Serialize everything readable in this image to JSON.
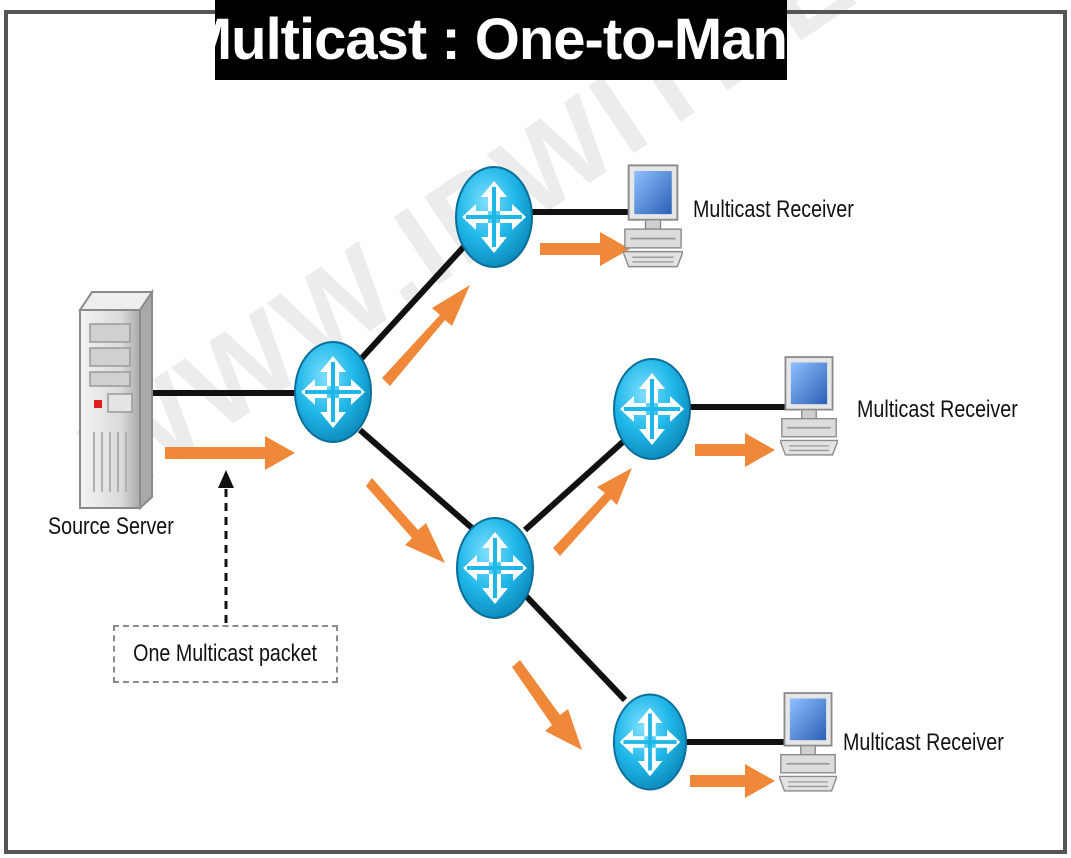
{
  "title": "Multicast : One-to-Many",
  "watermark": "WWW.IPWITHEASE.COM",
  "labels": {
    "source": "Source Server",
    "packet": "One Multicast packet",
    "receiver_1": "Multicast Receiver",
    "receiver_2": "Multicast Receiver",
    "receiver_3": "Multicast Receiver"
  },
  "colors": {
    "frame": "#555555",
    "link": "#111111",
    "arrow": "#f0883a",
    "router_fill": "#1fb7e8",
    "router_dark": "#0b86b8",
    "title_bg": "#000000",
    "title_fg": "#ffffff"
  },
  "icons": {
    "source": "server-tower-icon",
    "router": "router-icon",
    "receiver": "desktop-computer-icon"
  }
}
